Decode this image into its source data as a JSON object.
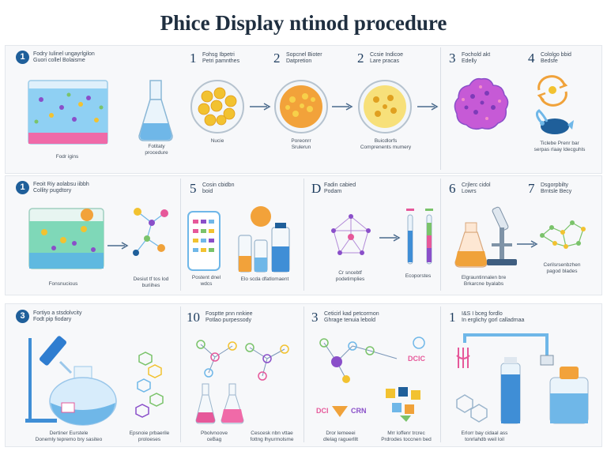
{
  "title": "Phice Display ntinod procedure",
  "row1": {
    "p1": {
      "num": "1",
      "label": "Fodry Iulinel ungayrlgilon\nGuori collel Bolaisme",
      "caption": "Fodr igins"
    },
    "p2": {
      "caption": "Fotitaty\nprocedure"
    },
    "p3": {
      "num": "1",
      "label": "Fohsg Ibpetri\nPetri pamnthes",
      "caption": "Nucie"
    },
    "p4": {
      "num": "2",
      "label": "Sopcnel Bioter\nDatpretion",
      "caption": "Poreonrr\nSrulerun"
    },
    "p5": {
      "num": "2",
      "label": "Ccsie Indicoe\nLare pracas",
      "caption": "Buicdlorfs\nComprenents mumery"
    },
    "p6": {
      "num": "3",
      "label": "Fochold akt\nEdelly"
    },
    "p7": {
      "num": "4",
      "label": "Cololgo bbid\nBedsfe",
      "caption": "Ticlebe Prenr bar\nserpas rlaay ldecguhls"
    }
  },
  "row2": {
    "p1": {
      "num": "1",
      "label": "Feoit Riy aolabsu iibbh\nCollity pugdtory",
      "caption": "Fonsnucious"
    },
    "p2": {
      "caption": "Desiut tf tos lod\nburiihes"
    },
    "p3": {
      "num": "5",
      "label": "Cosin cbidbn\nboid",
      "caption": "Postent dnel\nwdcs"
    },
    "p4": {
      "caption": "Elo scda dfatlomaent"
    },
    "p5": {
      "num": "D",
      "label": "Fadin cabied\nPodam",
      "caption": "Cr sncebtf\npodetimplies"
    },
    "p6": {
      "caption": "Ecoporstes"
    },
    "p7": {
      "num": "6",
      "label": "Crjlerc cidol\nLowrs",
      "caption": "Elgrauntinnalen bre\nBrkarcne byalabs"
    },
    "p8": {
      "num": "7",
      "label": "Dsgorpbilty\nBrntsle Becy",
      "caption": "Cerilsrsenbzhen\npagod blades"
    }
  },
  "row3": {
    "p1": {
      "num": "3",
      "label": "Fortiyo a stsdolvcity\nFodt pip fiodary",
      "caption": "Dertiner Eurstele\nDonemly tepremo bry sasiteo"
    },
    "p2": {
      "caption": "Epsnoie prbaerile\nproloeses"
    },
    "p3": {
      "num": "10",
      "label": "Fosptte pnn nnkiee\nPotlao purpessody",
      "caption": "Pbolvnoove\nceBag"
    },
    "p4": {
      "caption": "Cescesk nbn vttae\nfottng lhyurmolsme"
    },
    "p5": {
      "num": "3",
      "label": "Ceticirl kad petcormon\nGhrage tenuia lebold",
      "tags": [
        "DCI",
        "CRN",
        "DCIC"
      ],
      "caption": "Dror lemeeei\ndlelag raguerlllt"
    },
    "p6": {
      "caption": "Mrr loffenr trcrec\nPrdrodes toccnen bed"
    },
    "p7": {
      "num": "1",
      "label": "I&S I bceg fordlo\nIn erglichy gorl calladmaa",
      "caption": "Erlorr bay cidaal ass\ntonrlahdb weil loil"
    }
  },
  "colors": {
    "accent": "#1f5f9a",
    "arrow": "#4a6a8c",
    "yellow": "#f2c230",
    "pink": "#e6589a",
    "blue": "#6fb7e8",
    "purple": "#8a4fc9",
    "green": "#7ac36a",
    "orange": "#f0a23a"
  },
  "icons": [
    "bioreactor-tank-icon",
    "flask-icon",
    "petri-dish-icon",
    "magnifier-icon",
    "microscope-icon",
    "dropper-icon",
    "test-tube-icon",
    "molecule-network-icon"
  ]
}
